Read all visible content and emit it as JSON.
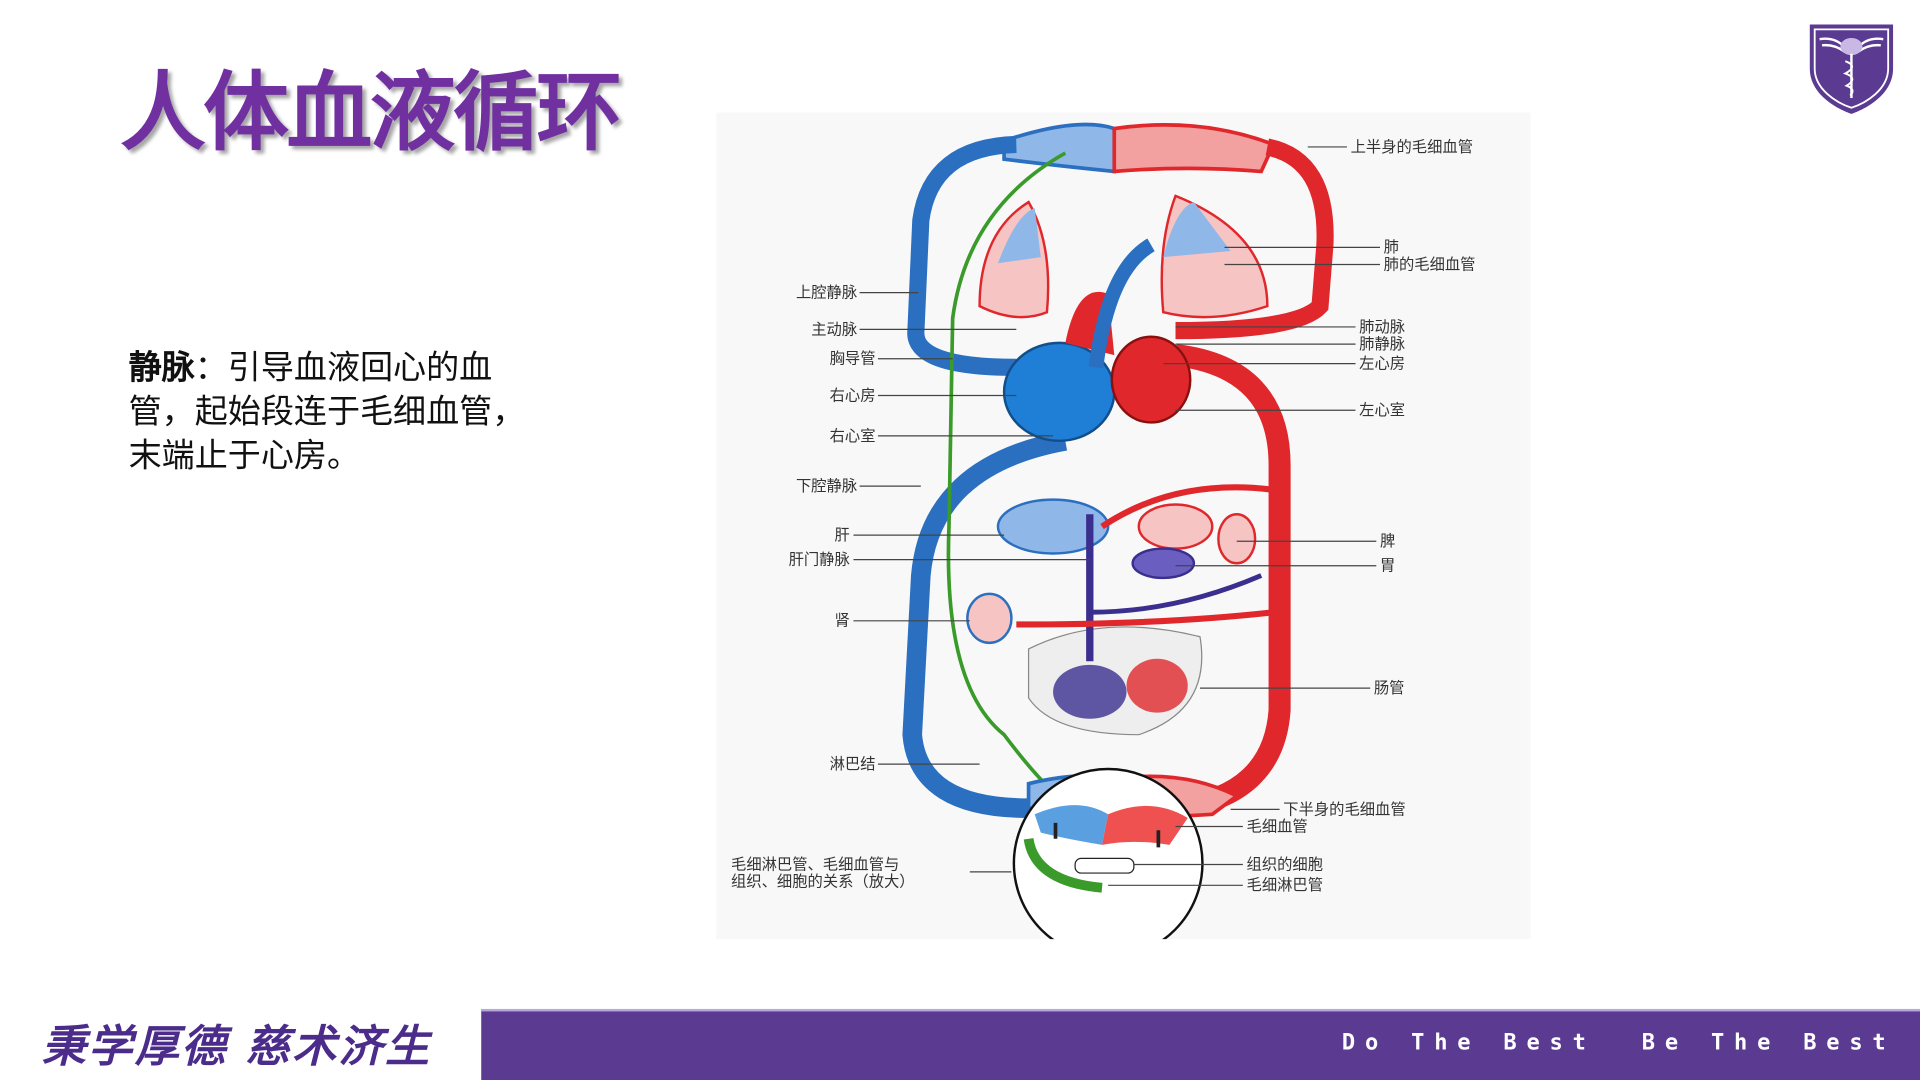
{
  "title": "人体血液循环",
  "description": {
    "term": "静脉",
    "separator": "：",
    "text": "引导血液回心的血管，起始段连于毛细血管，末端止于心房。"
  },
  "logo": {
    "name": "caduceus-shield-logo"
  },
  "diagram": {
    "labels_right": [
      "上半身的毛细血管",
      "肺",
      "肺的毛细血管",
      "肺动脉",
      "肺静脉",
      "左心房",
      "左心室",
      "脾",
      "胃",
      "肠管",
      "下半身的毛细血管",
      "毛细血管",
      "组织的细胞",
      "毛细淋巴管"
    ],
    "labels_left": [
      "上腔静脉",
      "主动脉",
      "胸导管",
      "右心房",
      "右心室",
      "下腔静脉",
      "肝",
      "肝门静脉",
      "肾",
      "淋巴结"
    ],
    "inset_caption": [
      "毛细淋巴管、毛细血管与",
      "组织、细胞的关系（放大）"
    ],
    "colors": {
      "vein": "#2a6fc0",
      "artery": "#e0282c",
      "lymph": "#3a9a2a",
      "portal": "#3a2f8f"
    }
  },
  "footer": {
    "motto": "秉学厚德 慈术济生",
    "slogan": "Do The Best  Be The Best"
  },
  "colors": {
    "brand": "#5b3a92",
    "title": "#7030a0"
  }
}
